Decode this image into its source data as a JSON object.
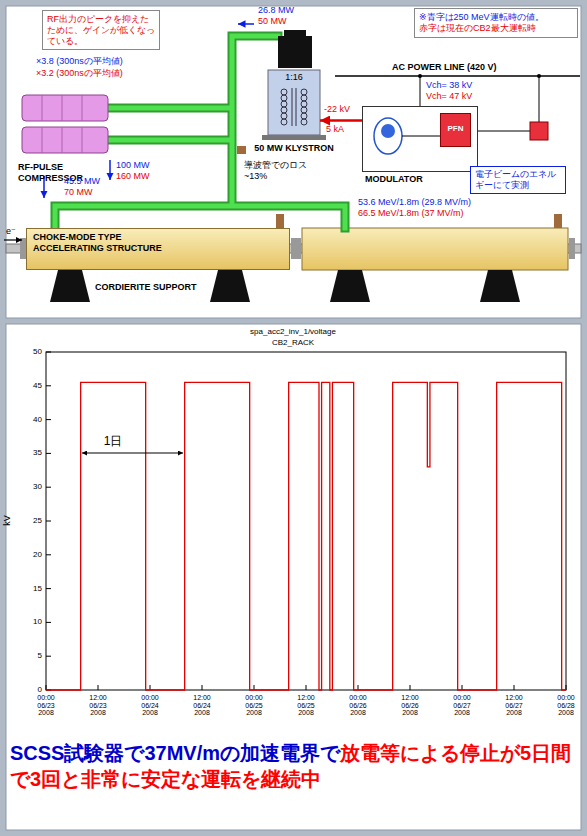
{
  "diagram": {
    "nodes": [
      {
        "text": [
          "RF出力のピークを抑えたために、ゲインが低くなっている。"
        ]
      },
      {
        "text": [
          "※青字は250 MeV運転時の値。",
          "赤字は現在のCB2最大運転時"
        ]
      },
      {
        "text": [
          "1:16",
          "50 MW KLYSTRON"
        ]
      },
      {
        "text": [
          "RF-PULSE COMPRESSOR"
        ]
      },
      {
        "text": [
          "MODULATOR"
        ]
      },
      {
        "text": [
          "PFN"
        ],
        "in": 4
      },
      {
        "text": [
          "電子ビームのエネルギーにて実測"
        ]
      },
      {
        "text": [
          "CHOKE-MODE TYPE ACCELERATING STRUCTURE"
        ]
      }
    ],
    "edges": [
      {
        "from": 4,
        "to": 2,
        "arrow": "to"
      }
    ],
    "labels": [
      "26.8 MW",
      "50 MW",
      "×3.8 (300nsの平均値)",
      "×3.2 (300nsの平均値)",
      "AC POWER LINE (420 V)",
      "Vch= 38 kV",
      "Vch= 47 kV",
      "-22 kV",
      "5 kA",
      "100 MW",
      "160 MW",
      "導波管でのロス ~13%",
      "45.5 MW",
      "70 MW",
      "53.6 MeV/1.8m (29.8 MV/m)",
      "66.5 MeV/1.8m (37 MV/m)",
      "e⁻",
      "CORDIERITE SUPPORT",
      "spa_acc2_inv_1/voltage",
      "CB2_RACK",
      "kV",
      "0",
      "5",
      "10",
      "15",
      "20",
      "25",
      "30",
      "35",
      "40",
      "45",
      "50",
      "00:00 06/23 2008",
      "12:00 06/23 2008",
      "00:00 06/24 2008",
      "12:00 06/24 2008",
      "00:00 06/25 2008",
      "12:00 06/25 2008",
      "00:00 06/26 2008",
      "12:00 06/26 2008",
      "00:00 06/27 2008",
      "12:00 06/27 2008",
      "00:00 06/28 2008",
      "1日",
      "SCSS試験器で37MV/mの加速電界で",
      "放電等による停止が5日間で3回と非常に安定な運転を継続中"
    ]
  }
}
